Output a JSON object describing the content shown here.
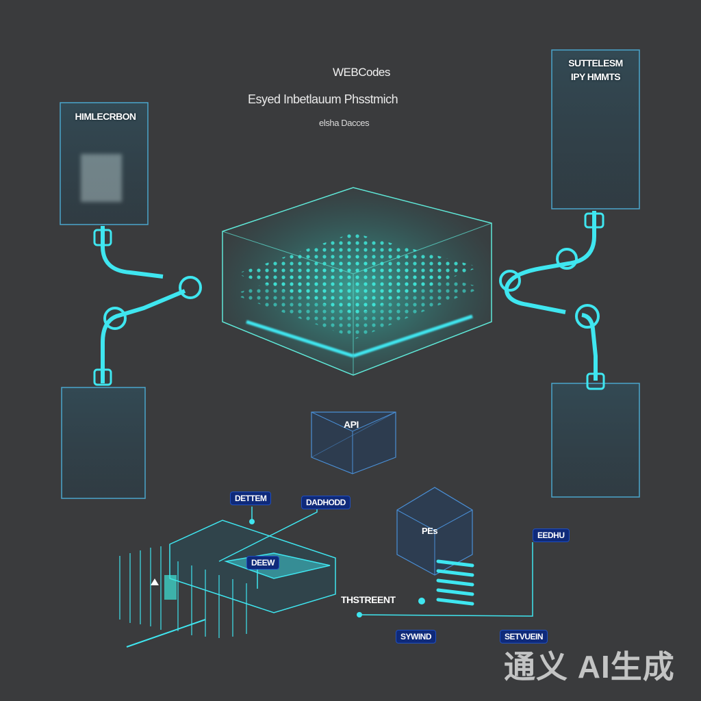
{
  "header": {
    "title": "WEBCodes",
    "subtitle": "Esyed Inbetlauum Phsstmich",
    "small": "elsha Dacces"
  },
  "servers": {
    "top_left_label": "HIMLECRBON",
    "top_right_label_line1": "SUTTELESM",
    "top_right_label_line2": "IPY HMMTS"
  },
  "center": {
    "api_label": "API",
    "pe_label": "PEs"
  },
  "tags": {
    "dettem": "DETTEM",
    "dadhod": "DADHODD",
    "deew": "DEEW",
    "eedhu": "EEDHU",
    "sywind": "SYWIND",
    "setvuein": "SETVUEIN"
  },
  "bottom": {
    "thstreent": "THSTREENT"
  },
  "watermark": "通义 AI生成",
  "colors": {
    "background": "#3a3b3d",
    "cyan": "#3fe6f0",
    "teal_glow": "#2bd8c4",
    "tag_blue": "#0f2a7a",
    "outline": "#5fb9e6"
  }
}
